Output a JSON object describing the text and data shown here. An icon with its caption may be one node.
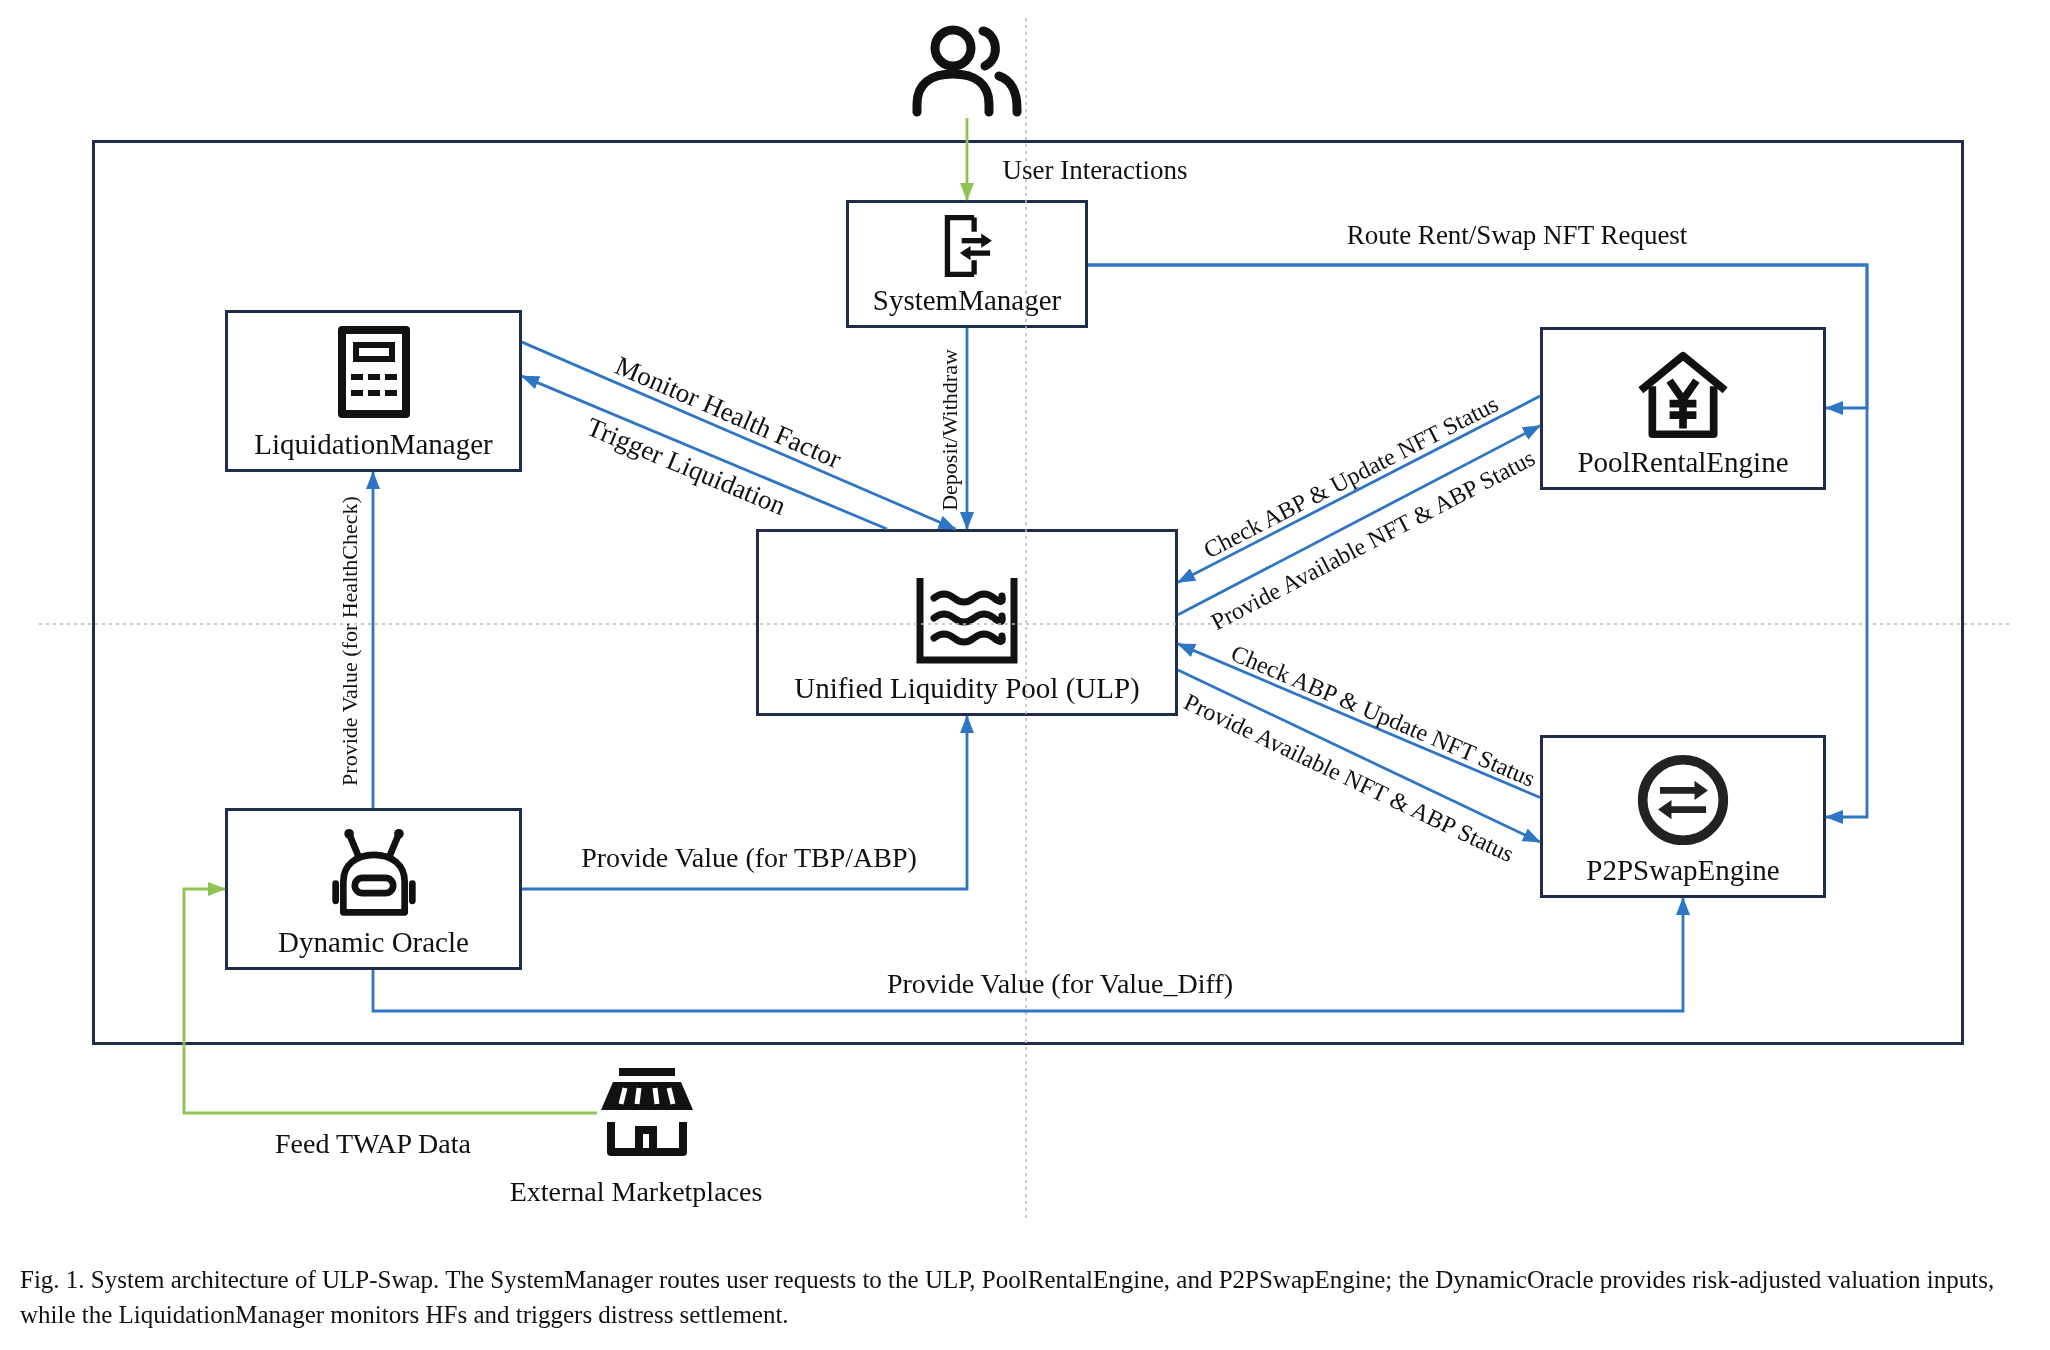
{
  "diagram": {
    "caption": "Fig. 1. System architecture of ULP-Swap. The SystemManager routes user requests to the ULP, PoolRentalEngine, and P2PSwapEngine; the DynamicOracle provides risk-adjusted valuation inputs, while the LiquidationManager monitors HFs and triggers distress settlement.",
    "nodes": [
      {
        "text": [],
        "shape": "person"
      },
      {
        "text": [],
        "shape": "box"
      },
      {
        "text": [
          "SystemManager"
        ],
        "in": 1
      },
      {
        "text": [
          "LiquidationManager"
        ],
        "in": 1
      },
      {
        "text": [
          "PoolRentalEngine"
        ],
        "in": 1
      },
      {
        "text": [
          "Unified Liquidity Pool (ULP)"
        ],
        "in": 1
      },
      {
        "text": [
          "Dynamic Oracle"
        ],
        "in": 1
      },
      {
        "text": [
          "P2PSwapEngine"
        ],
        "in": 1
      },
      {
        "text": [],
        "shape": "store",
        "beside": [
          "External Marketplaces"
        ]
      }
    ],
    "edges": [
      {
        "from": 0,
        "to": 2,
        "arrow": "to",
        "label": "User Interactions",
        "color": "#8dc454"
      },
      {
        "from": 2,
        "to": 4,
        "arrow": "to",
        "label": "Route Rent/Swap NFT Request"
      },
      {
        "from": 2,
        "to": 7,
        "arrow": "to"
      },
      {
        "from": 2,
        "to": 5,
        "arrow": "to",
        "label": "Deposit/Withdraw"
      },
      {
        "from": 3,
        "to": 5,
        "arrow": "to",
        "label": "Monitor Health Factor"
      },
      {
        "from": 5,
        "to": 3,
        "arrow": "to",
        "label": "Trigger Liquidation"
      },
      {
        "from": 4,
        "to": 5,
        "arrow": "to",
        "label": "Check ABP & Update NFT Status"
      },
      {
        "from": 5,
        "to": 4,
        "arrow": "to",
        "label": "Provide Available NFT & ABP Status"
      },
      {
        "from": 7,
        "to": 5,
        "arrow": "to",
        "label": "Check ABP & Update NFT Status"
      },
      {
        "from": 5,
        "to": 7,
        "arrow": "to",
        "label": "Provide Available NFT & ABP Status"
      },
      {
        "from": 6,
        "to": 3,
        "arrow": "to",
        "label": "Provide Value (for HealthCheck)"
      },
      {
        "from": 6,
        "to": 5,
        "arrow": "to",
        "label": "Provide Value (for TBP/ABP)"
      },
      {
        "from": 6,
        "to": 7,
        "arrow": "to",
        "label": "Provide Value (for Value_Diff)"
      },
      {
        "from": 8,
        "to": 6,
        "arrow": "to",
        "label": "Feed TWAP Data",
        "color": "#8dc454"
      }
    ]
  }
}
